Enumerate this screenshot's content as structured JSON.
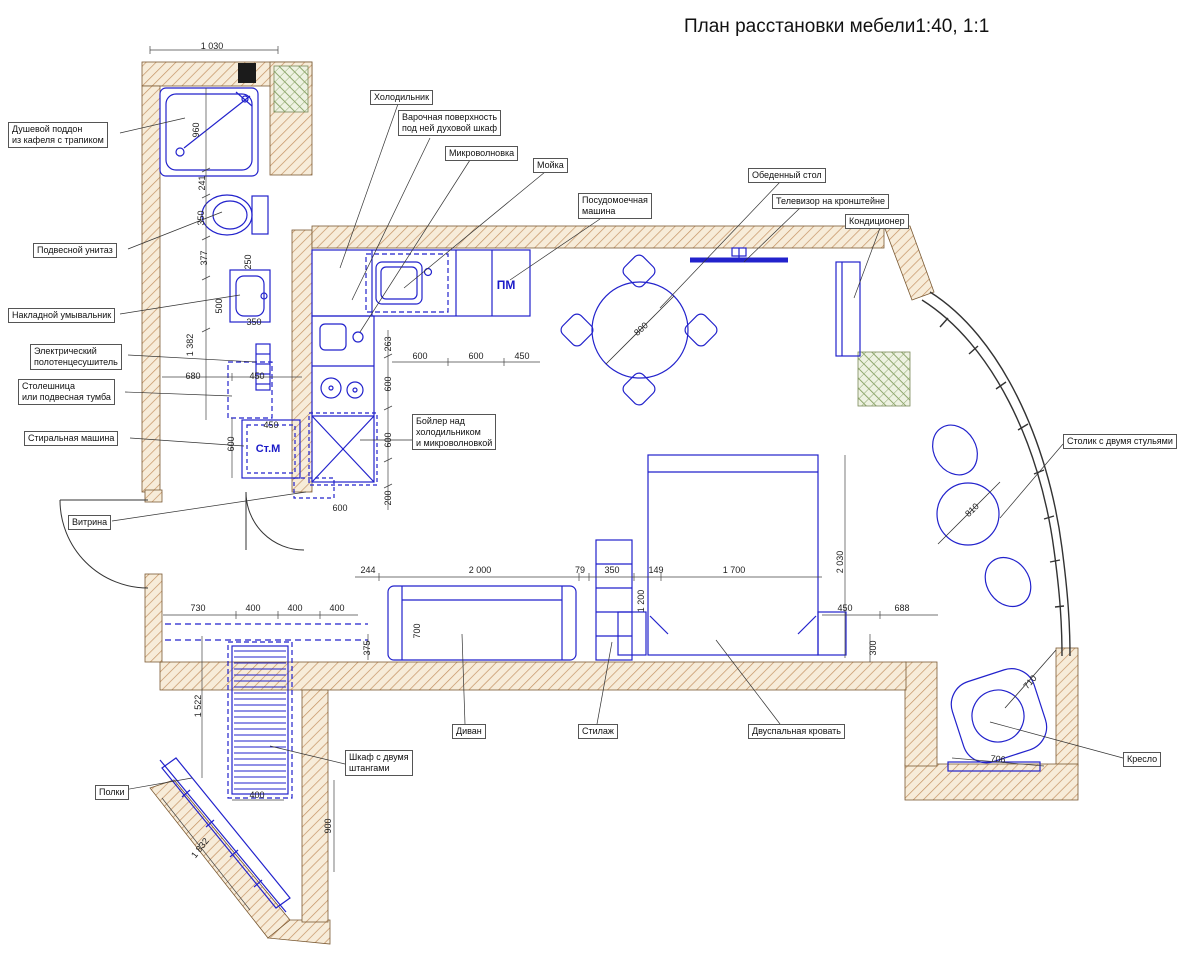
{
  "title": "План расстановки мебели1:40, 1:1",
  "labels": {
    "shower": "Душевой поддон\nиз кафеля с трапиком",
    "toilet": "Подвесной унитаз",
    "washbasin": "Накладной умывальник",
    "towel_rail": "Электрический\nполотенцесушитель",
    "countertop": "Столешница\nили подвесная тумба",
    "washer": "Стиральная машина",
    "vitrina": "Витрина",
    "fridge": "Холодильник",
    "cooktop": "Варочная поверхность\nпод ней духовой шкаф",
    "microwave": "Микроволновка",
    "sink": "Мойка",
    "dishwasher": "Посудомоечная\nмашина",
    "dining_table": "Обеденный стол",
    "tv": "Телевизор на кронштейне",
    "ac": "Кондиционер",
    "boiler": "Бойлер над\nхолодильником\nи микроволновкой",
    "small_table": "Столик с двумя стульями",
    "sofa": "Диван",
    "shelf_unit": "Стилаж",
    "bed": "Двуспальная кровать",
    "wardrobe": "Шкаф с двумя\nштангами",
    "shelves": "Полки",
    "armchair": "Кресло"
  },
  "marks": {
    "pm": "ПМ",
    "stm": "Ст.М"
  },
  "dims": [
    "1 030",
    "960",
    "241",
    "350",
    "377",
    "250",
    "500",
    "350",
    "1 382",
    "263",
    "680",
    "450",
    "600",
    "600",
    "450",
    "800",
    "600",
    "600",
    "450",
    "600",
    "200",
    "600",
    "244",
    "2 000",
    "79",
    "350",
    "149",
    "1 700",
    "2 030",
    "1 200",
    "700",
    "730",
    "400",
    "400",
    "400",
    "375",
    "1 522",
    "400",
    "900",
    "1 832",
    "450",
    "688",
    "300",
    "810",
    "710",
    "706"
  ],
  "colors": {
    "furniture": "#2222cc",
    "wall_hatch": "#bf8f5f",
    "wall_edge": "#7a5a34",
    "leader": "#333333"
  }
}
